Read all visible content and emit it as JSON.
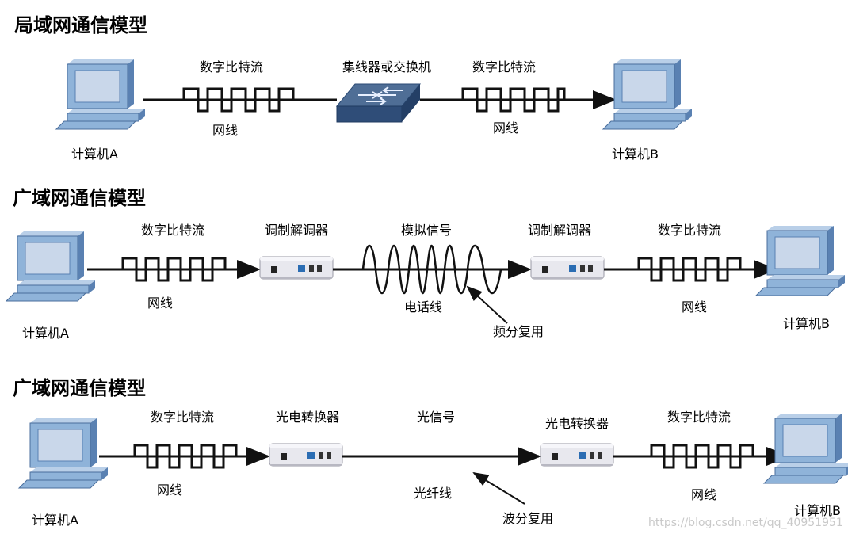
{
  "colors": {
    "monitor_face": "#8fb3d9",
    "monitor_screen": "#c9d7ea",
    "monitor_dark": "#5a81b2",
    "switch_top": "#4f6e96",
    "switch_front": "#2f4d78",
    "modem_body": "#e8e8ee",
    "line": "#111111"
  },
  "watermark": "https://blog.csdn.net/qq_40951951",
  "sections": [
    {
      "title": "局域网通信模型",
      "left_bitstream": "数字比特流",
      "left_cable": "网线",
      "left_computer": "计算机A",
      "center_device": "集线器或交换机",
      "right_bitstream": "数字比特流",
      "right_cable": "网线",
      "right_computer": "计算机B"
    },
    {
      "title": "广域网通信模型",
      "left_bitstream": "数字比特流",
      "left_cable": "网线",
      "left_computer": "计算机A",
      "left_device": "调制解调器",
      "center_signal": "模拟信号",
      "center_line": "电话线",
      "center_note": "频分复用",
      "right_device": "调制解调器",
      "right_bitstream": "数字比特流",
      "right_cable": "网线",
      "right_computer": "计算机B"
    },
    {
      "title": "广域网通信模型",
      "left_bitstream": "数字比特流",
      "left_cable": "网线",
      "left_computer": "计算机A",
      "left_device": "光电转换器",
      "center_signal": "光信号",
      "center_line": "光纤线",
      "center_note": "波分复用",
      "right_device": "光电转换器",
      "right_bitstream": "数字比特流",
      "right_cable": "网线",
      "right_computer": "计算机B"
    }
  ]
}
